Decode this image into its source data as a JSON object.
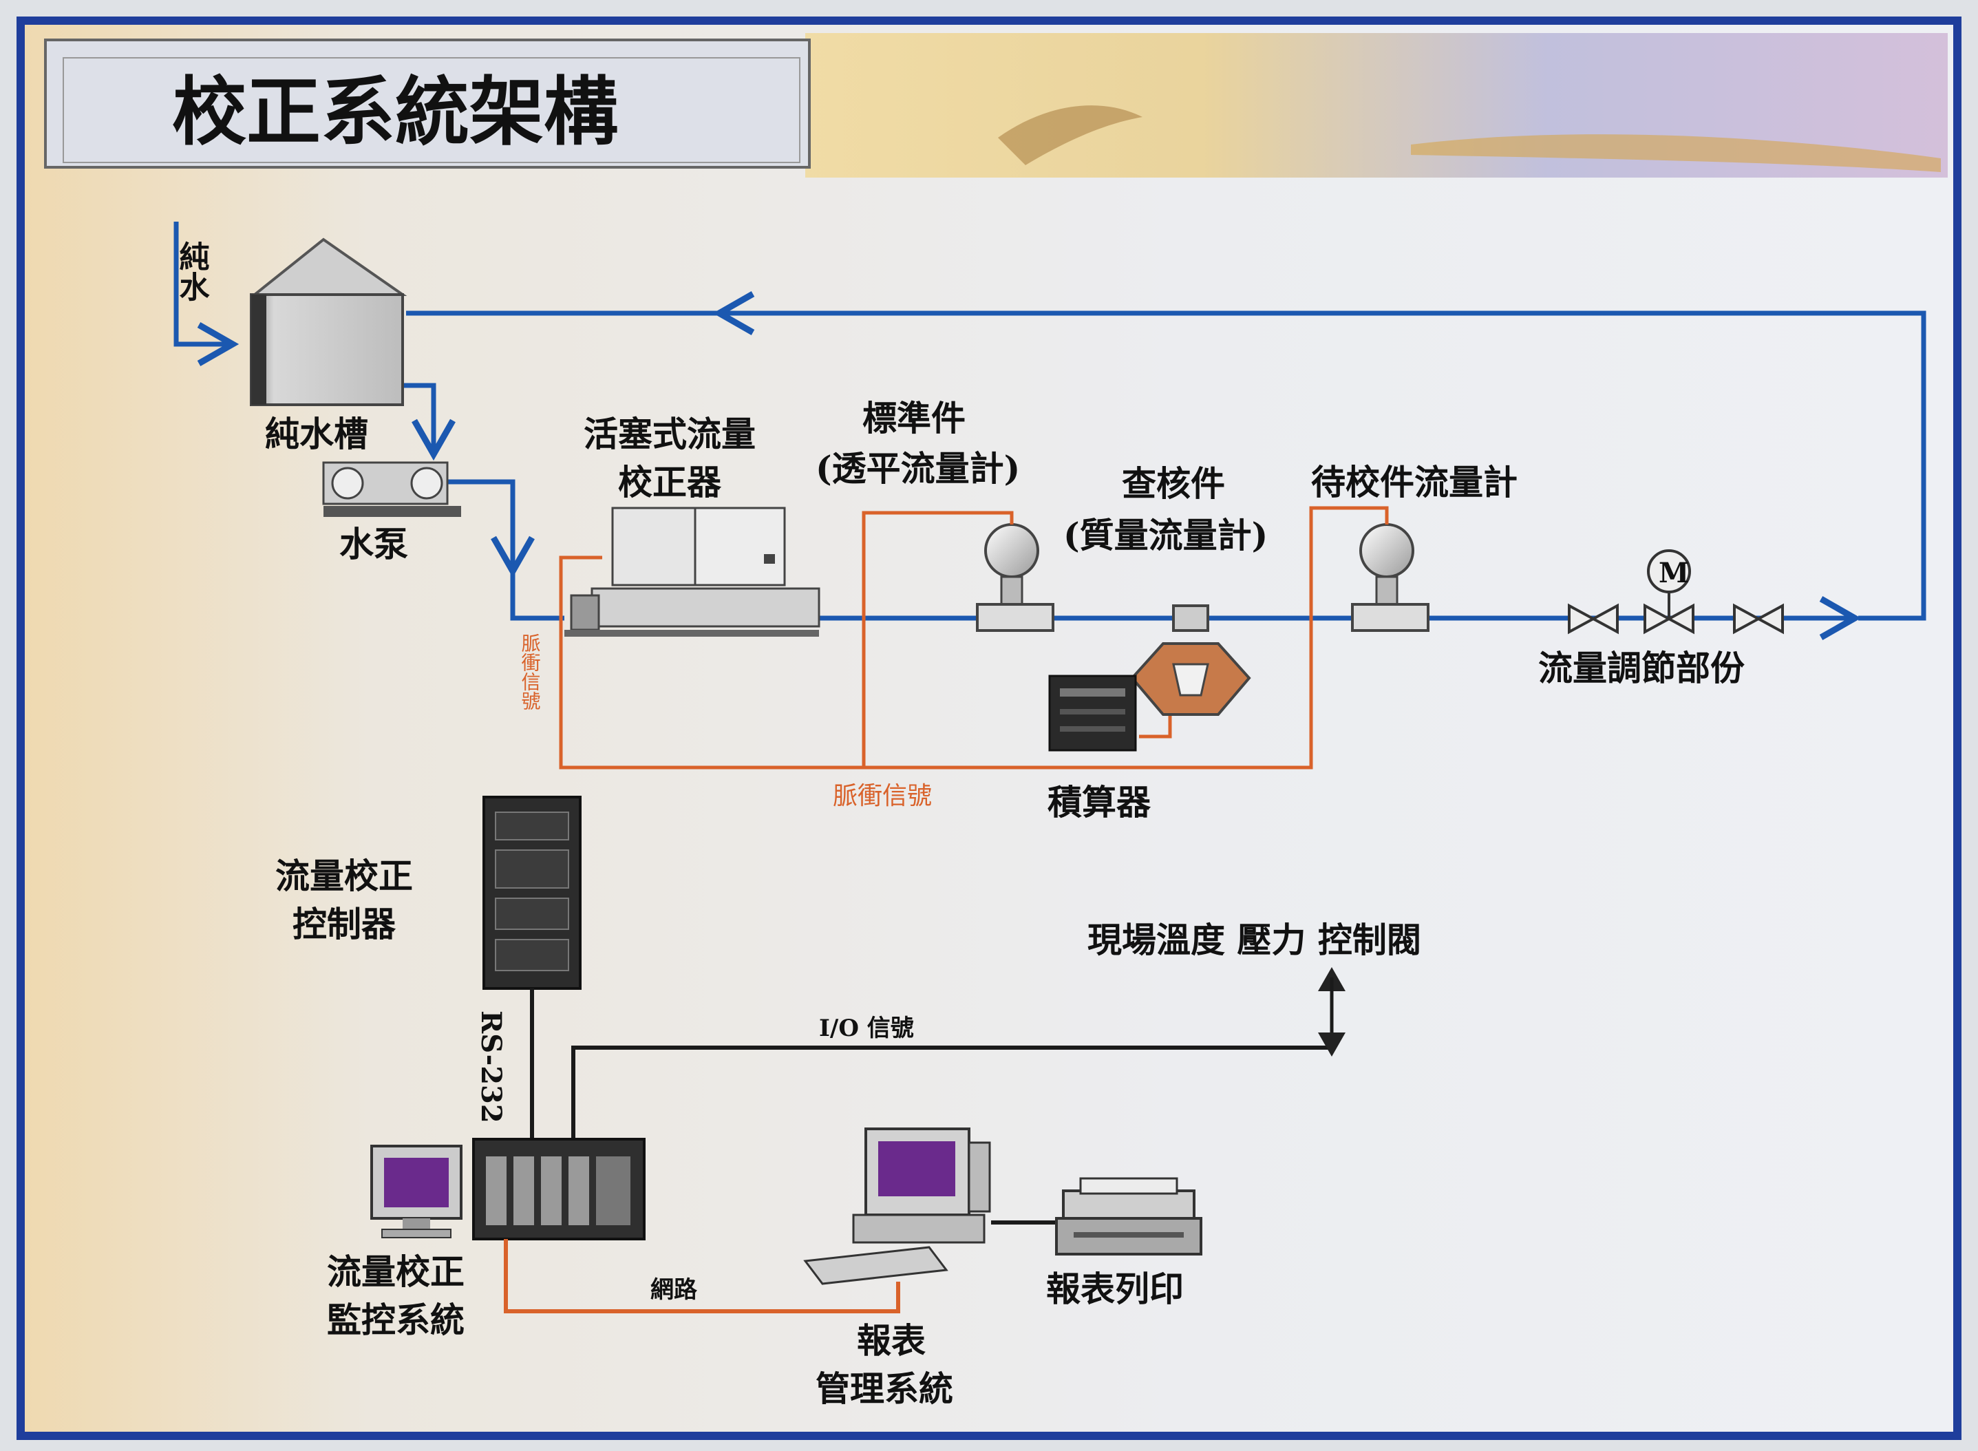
{
  "title": "校正系統架構",
  "labels": {
    "pure_water": "純水",
    "pure_water_tank": "純水槽",
    "water_pump": "水泵",
    "piston_calibrator_line1": "活塞式流量",
    "piston_calibrator_line2": "校正器",
    "standard_line1": "標準件",
    "standard_line2": "(透平流量計)",
    "check_line1": "查核件",
    "check_line2": "(質量流量計)",
    "uut": "待校件流量計",
    "flow_regulation": "流量調節部份",
    "pulse_signal_vertical": "脈衝信號",
    "pulse_signal": "脈衝信號",
    "totalizer": "積算器",
    "controller_line1": "流量校正",
    "controller_line2": "控制器",
    "field_io": "現場溫度 壓力 控制閥",
    "io_signal": "I/O 信號",
    "rs232": "RS-232",
    "monitor_line1": "流量校正",
    "monitor_line2": "監控系統",
    "network": "網路",
    "report_mgmt_line1": "報表",
    "report_mgmt_line2": "管理系統",
    "report_print": "報表列印",
    "motor_glyph": "M"
  },
  "colors": {
    "frame_border": "#1f3e9c",
    "pipe_blue": "#1b58b0",
    "signal_orange": "#d9622a",
    "title_box": "#dde0e8",
    "screen_purple": "#6a2a8c",
    "background": "#e9ecef"
  }
}
